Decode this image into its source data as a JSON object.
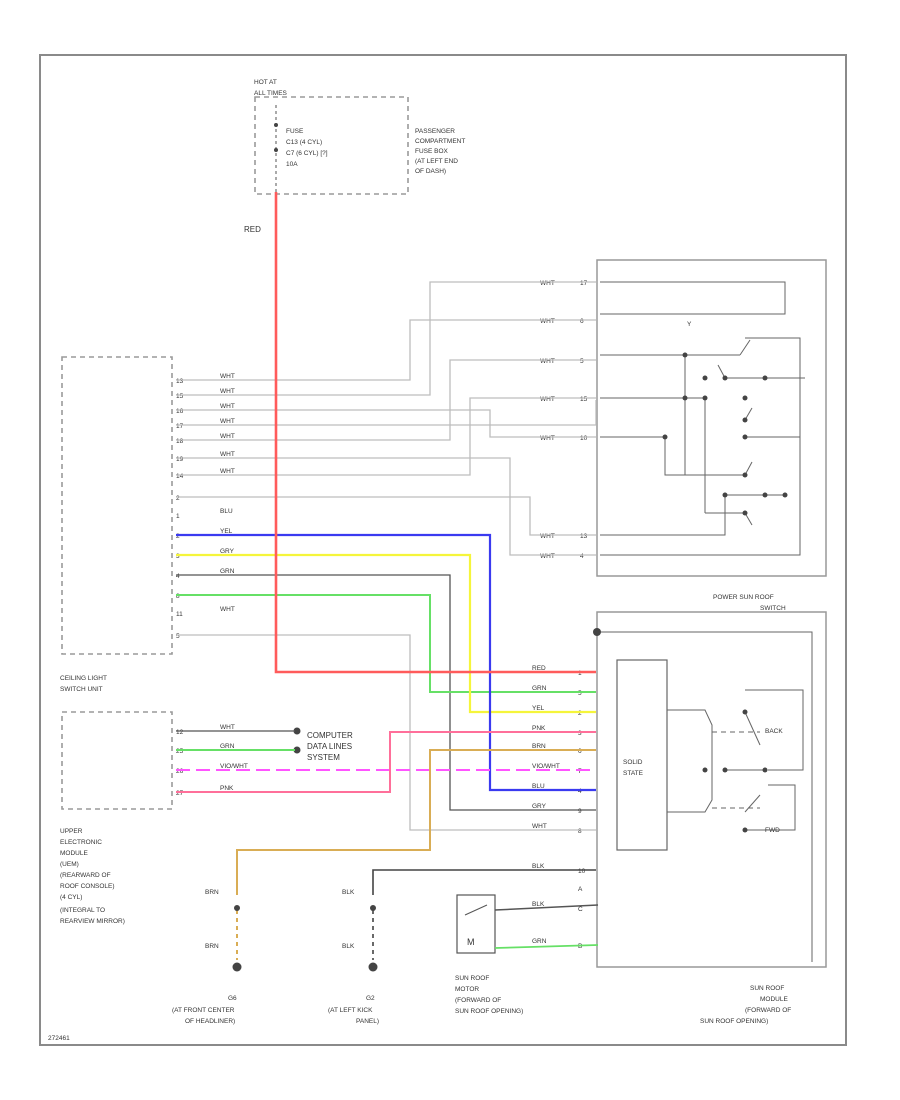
{
  "hot_at": {
    "line1": "HOT AT",
    "line2": "ALL TIMES"
  },
  "fuse": {
    "line1": "FUSE",
    "line2": "C13 (4 CYL)",
    "line3": "C7 (6 CYL) [?]",
    "line4": "10A"
  },
  "fuse_box": {
    "line1": "PASSENGER",
    "line2": "COMPARTMENT",
    "line3": "FUSE BOX",
    "line4": "(AT LEFT END",
    "line5": "OF DASH)"
  },
  "red_label": "RED",
  "colors": {
    "red": "#ff5b5b",
    "blue": "#3a3af0",
    "yellow": "#f5f53a",
    "green": "#66e066",
    "magenta": "#ff55ff",
    "pink": "#ff6f9a",
    "tan": "#d9ad55",
    "gray": "#bdbdbd"
  },
  "ceiling_wires": [
    {
      "pin": "13",
      "color": "WHT"
    },
    {
      "pin": "15",
      "color": "WHT"
    },
    {
      "pin": "16",
      "color": "WHT"
    },
    {
      "pin": "17",
      "color": "WHT"
    },
    {
      "pin": "18",
      "color": "WHT"
    },
    {
      "pin": "19",
      "color": "WHT"
    },
    {
      "pin": "14",
      "color": "WHT"
    },
    {
      "pin": "2",
      "color": ""
    },
    {
      "pin": "1",
      "color": "BLU"
    },
    {
      "pin": "2",
      "color": "YEL"
    },
    {
      "pin": "3",
      "color": "GRY"
    },
    {
      "pin": "4",
      "color": "GRN"
    },
    {
      "pin": "8",
      "color": ""
    },
    {
      "pin": "11",
      "color": "WHT"
    },
    {
      "pin": "5",
      "color": ""
    }
  ],
  "ceiling_unit": {
    "line1": "CEILING LIGHT",
    "line2": "SWITCH UNIT"
  },
  "uem_wires": [
    {
      "pin": "12",
      "color": "WHT"
    },
    {
      "pin": "25",
      "color": "GRN"
    },
    {
      "pin": "26",
      "color": "VIO/WHT"
    },
    {
      "pin": "27",
      "color": "PNK"
    }
  ],
  "computer_dlc": {
    "line1": "COMPUTER",
    "line2": "DATA LINES",
    "line3": "SYSTEM"
  },
  "uem": {
    "line1": "UPPER",
    "line2": "ELECTRONIC",
    "line3": "MODULE",
    "line4": "(UEM)",
    "line5": "(REARWARD OF",
    "line6": "ROOF CONSOLE)",
    "line7": "(4 CYL)",
    "line8": "(INTEGRAL TO",
    "line9": "REARVIEW MIRROR)"
  },
  "top_switch_wires": [
    {
      "color": "WHT",
      "pin": "17"
    },
    {
      "color": "WHT",
      "pin": "6"
    },
    {
      "color": "WHT",
      "pin": "5"
    },
    {
      "color": "WHT",
      "pin": "15"
    },
    {
      "color": "WHT",
      "pin": "10"
    },
    {
      "color": "WHT",
      "pin": "13"
    },
    {
      "color": "WHT",
      "pin": "4"
    }
  ],
  "psr_switch": {
    "line1": "POWER SUN ROOF",
    "line2": "SWITCH"
  },
  "module_wires": [
    {
      "color": "RED",
      "pin": "1"
    },
    {
      "color": "GRN",
      "pin": "5"
    },
    {
      "color": "YEL",
      "pin": "2"
    },
    {
      "color": "PNK",
      "pin": "3"
    },
    {
      "color": "BRN",
      "pin": "6"
    },
    {
      "color": "VIO/WHT",
      "pin": "7"
    },
    {
      "color": "BLU",
      "pin": "4"
    },
    {
      "color": "GRY",
      "pin": "9"
    },
    {
      "color": "WHT",
      "pin": "8"
    },
    {
      "color": "BLK",
      "pin": "10"
    },
    {
      "color": "",
      "pin": "A"
    },
    {
      "color": "BLK",
      "pin": "C"
    },
    {
      "color": "GRN",
      "pin": "B"
    }
  ],
  "solid_state": {
    "line1": "SOLID",
    "line2": "STATE"
  },
  "back_label": "BACK",
  "fwd_label": "FWD",
  "motor_symbol": "M",
  "brn_label": "BRN",
  "blk_label": "BLK",
  "ground_g6": {
    "name": "G6",
    "line1": "(AT FRONT CENTER",
    "line2": "OF HEADLINER)"
  },
  "ground_g2": {
    "name": "G2",
    "line1": "(AT LEFT KICK",
    "line2": "PANEL)"
  },
  "sunroof_motor": {
    "line1": "SUN ROOF",
    "line2": "MOTOR",
    "line3": "(FORWARD OF",
    "line4": "SUN ROOF OPENING)"
  },
  "sunroof_module": {
    "line1": "SUN ROOF",
    "line2": "MODULE",
    "line3": "(FORWARD OF",
    "line4": "SUN ROOF OPENING)"
  },
  "footer_code": "272461"
}
